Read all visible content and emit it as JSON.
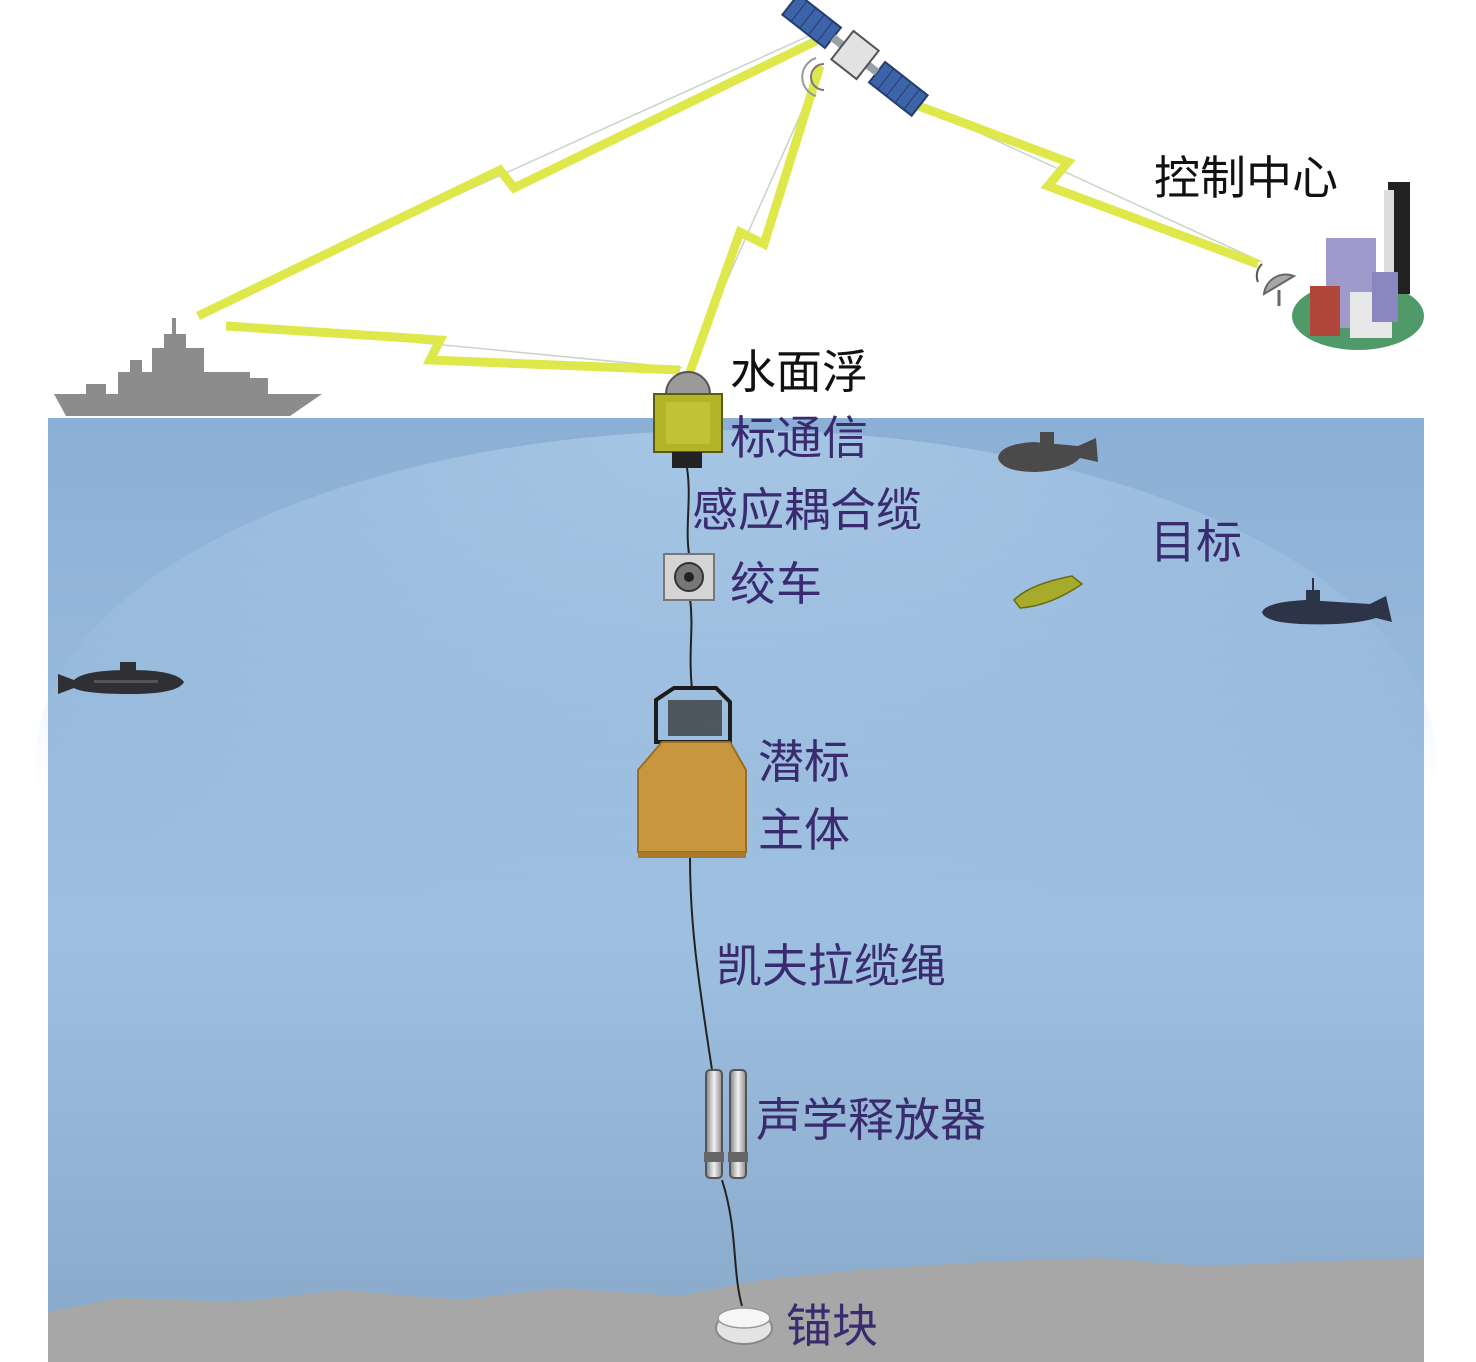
{
  "labels": {
    "control_center": "控制中心",
    "surface_buoy_line1": "水面浮",
    "surface_buoy_line2": "标通信",
    "coupling_cable": "感应耦合缆",
    "winch": "绞车",
    "target": "目标",
    "subsurface_buoy_line1": "潜标",
    "subsurface_buoy_line2": "主体",
    "kevlar_rope": "凯夫拉缆绳",
    "acoustic_release": "声学释放器",
    "anchor": "锚块"
  },
  "icons": [
    "satellite-icon",
    "ship-icon",
    "control-center-buildings-icon",
    "satellite-dish-icon",
    "submarine-icon",
    "torpedo-icon",
    "surface-buoy-icon",
    "winch-icon",
    "subsurface-buoy-icon",
    "acoustic-release-icon",
    "anchor-icon",
    "lightning-link-icon"
  ],
  "colors": {
    "water": "#8fb3d6",
    "label_text": "#3a2a70",
    "link": "#e0ea4a",
    "buoy_body": "#c8963c",
    "surface_buoy": "#b8b82a",
    "seabed": "#a8a8a8"
  }
}
